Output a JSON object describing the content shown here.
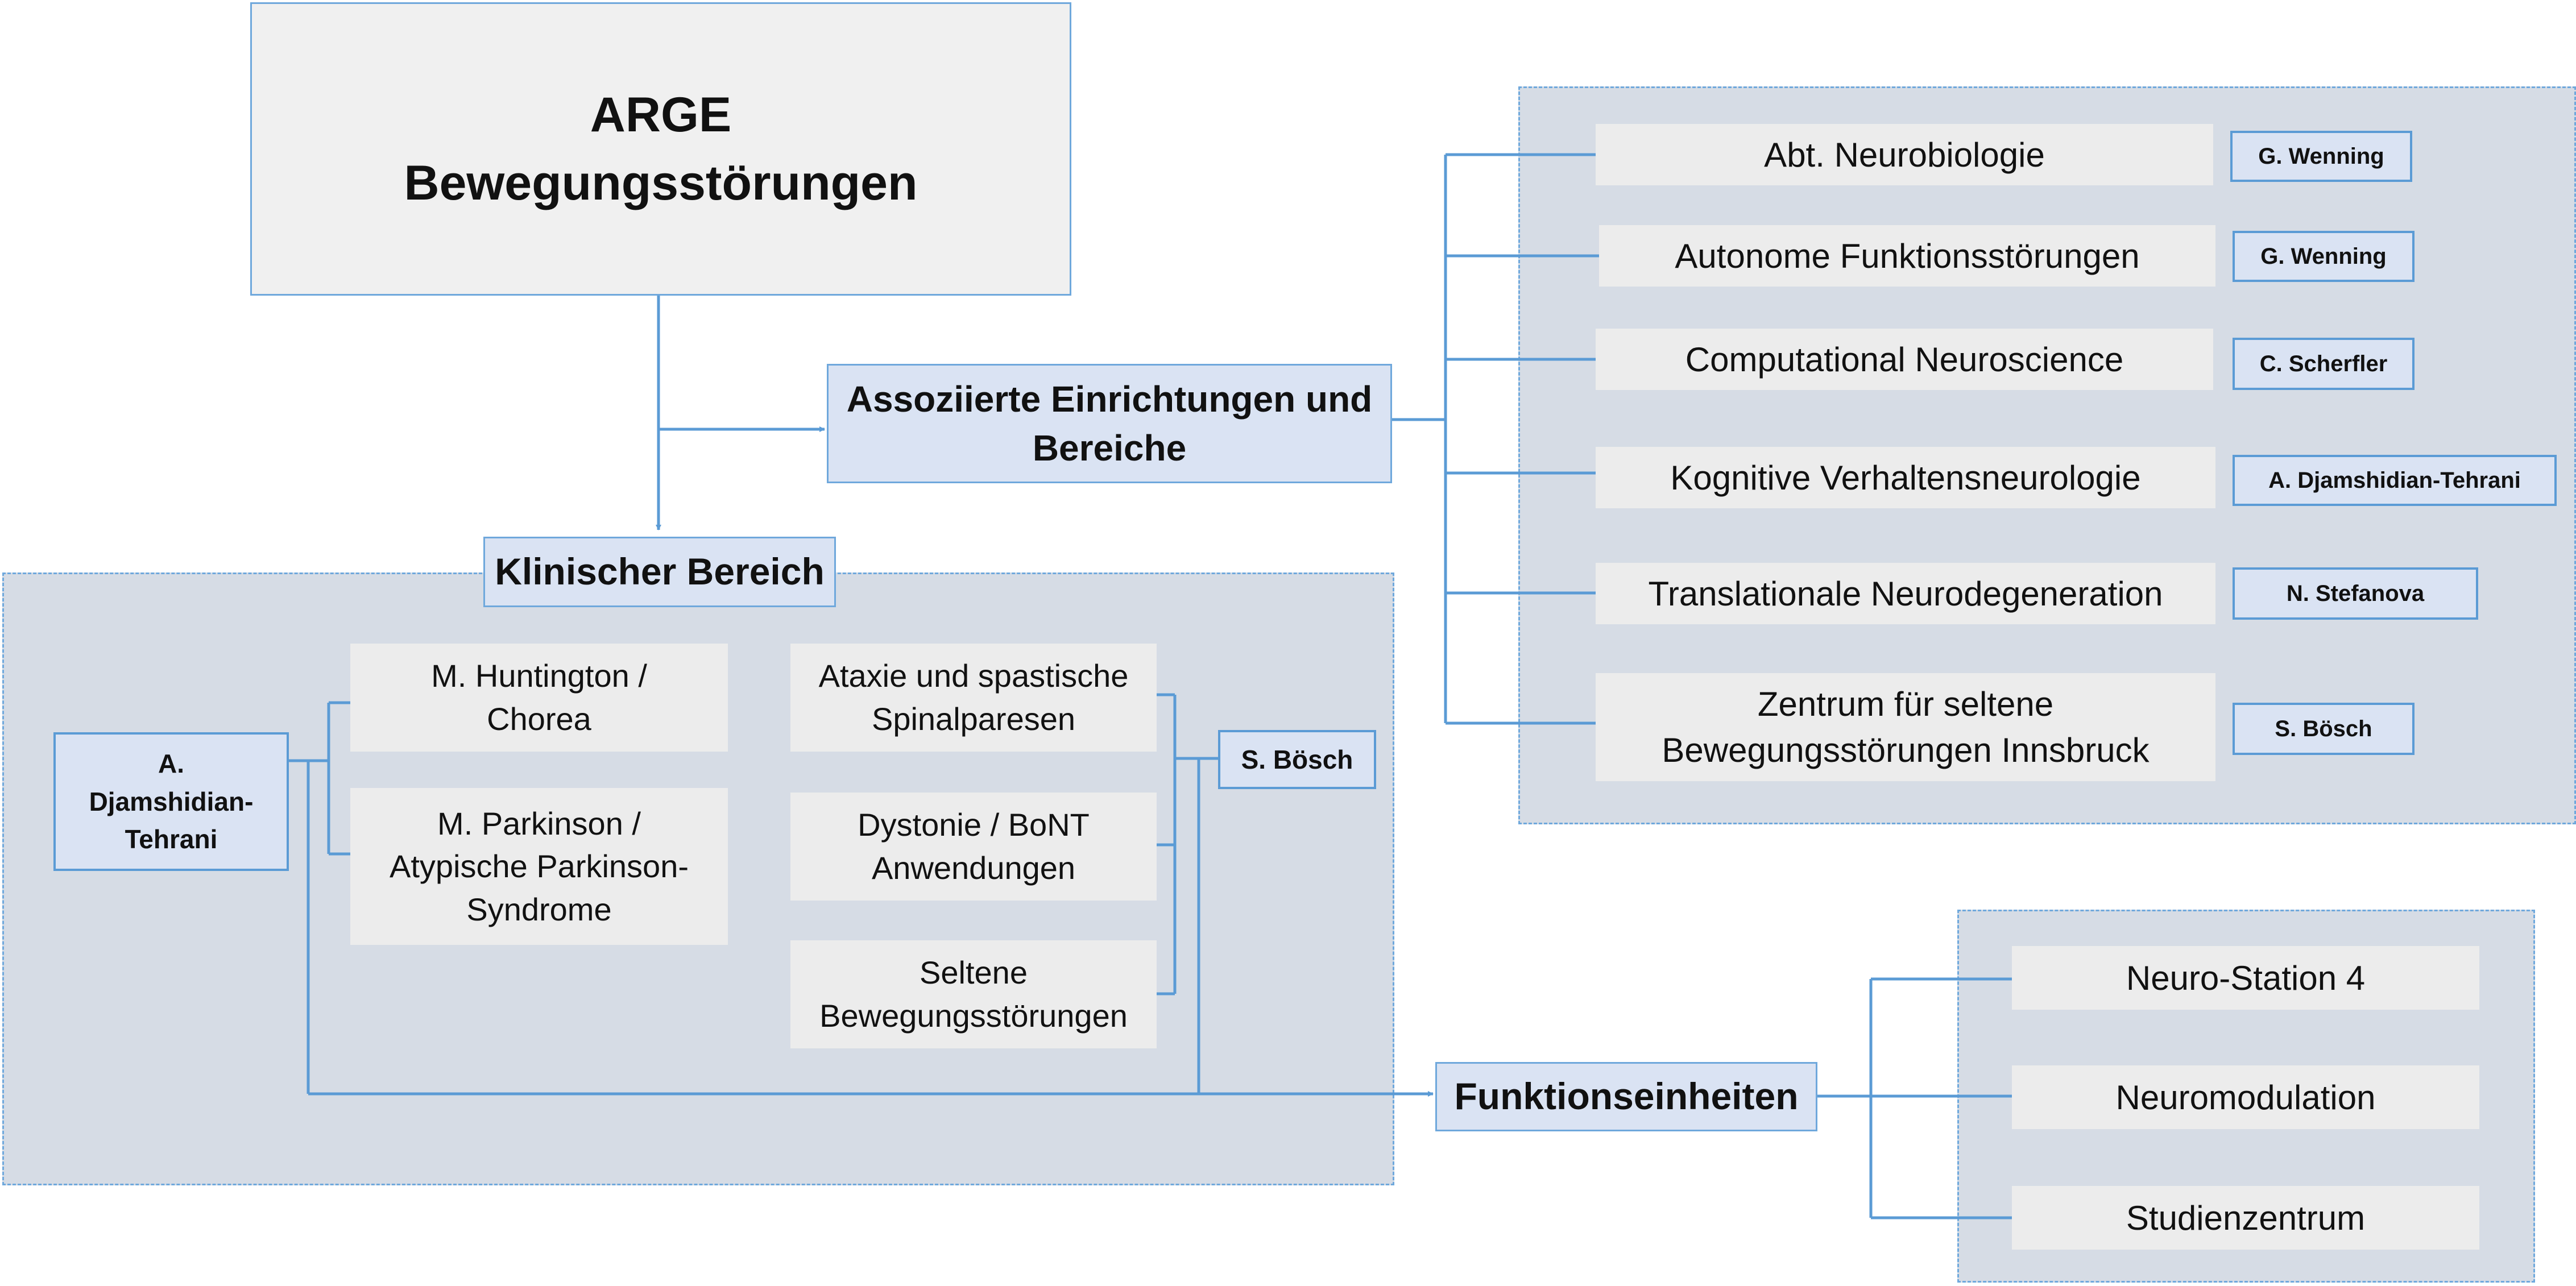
{
  "main": {
    "title_line1": "ARGE",
    "title_line2": "Bewegungsstörungen"
  },
  "associated": {
    "header_line1": "Assoziierte Einrichtungen und",
    "header_line2": "Bereiche",
    "items": [
      {
        "label": "Abt. Neurobiologie",
        "person": "G. Wenning"
      },
      {
        "label": "Autonome Funktionsstörungen",
        "person": "G. Wenning"
      },
      {
        "label": "Computational Neuroscience",
        "person": "C. Scherfler"
      },
      {
        "label": "Kognitive Verhaltensneurologie",
        "person": "A. Djamshidian-Tehrani"
      },
      {
        "label": "Translationale Neurodegeneration",
        "person": "N. Stefanova"
      },
      {
        "label_line1": "Zentrum für seltene",
        "label_line2": "Bewegungsstörungen Innsbruck",
        "person": "S. Bösch"
      }
    ]
  },
  "clinical": {
    "header": "Klinischer Bereich",
    "left_person_line1": "A.",
    "left_person_line2": "Djamshidian-",
    "left_person_line3": "Tehrani",
    "right_person": "S. Bösch",
    "left_items": [
      {
        "line1": "M. Huntington /",
        "line2": "Chorea"
      },
      {
        "line1": "M. Parkinson /",
        "line2": "Atypische Parkinson-",
        "line3": "Syndrome"
      }
    ],
    "right_items": [
      {
        "line1": "Ataxie und spastische",
        "line2": "Spinalparesen"
      },
      {
        "line1": "Dystonie / BoNT",
        "line2": "Anwendungen"
      },
      {
        "line1": "Seltene",
        "line2": "Bewegungsstörungen"
      }
    ]
  },
  "functional": {
    "header": "Funktionseinheiten",
    "items": [
      "Neuro-Station 4",
      "Neuromodulation",
      "Studienzentrum"
    ]
  },
  "colors": {
    "connector": "#5b9bd5",
    "panel": "#d6dce5",
    "header_fill": "#dae3f3",
    "item_fill": "#ececec"
  }
}
